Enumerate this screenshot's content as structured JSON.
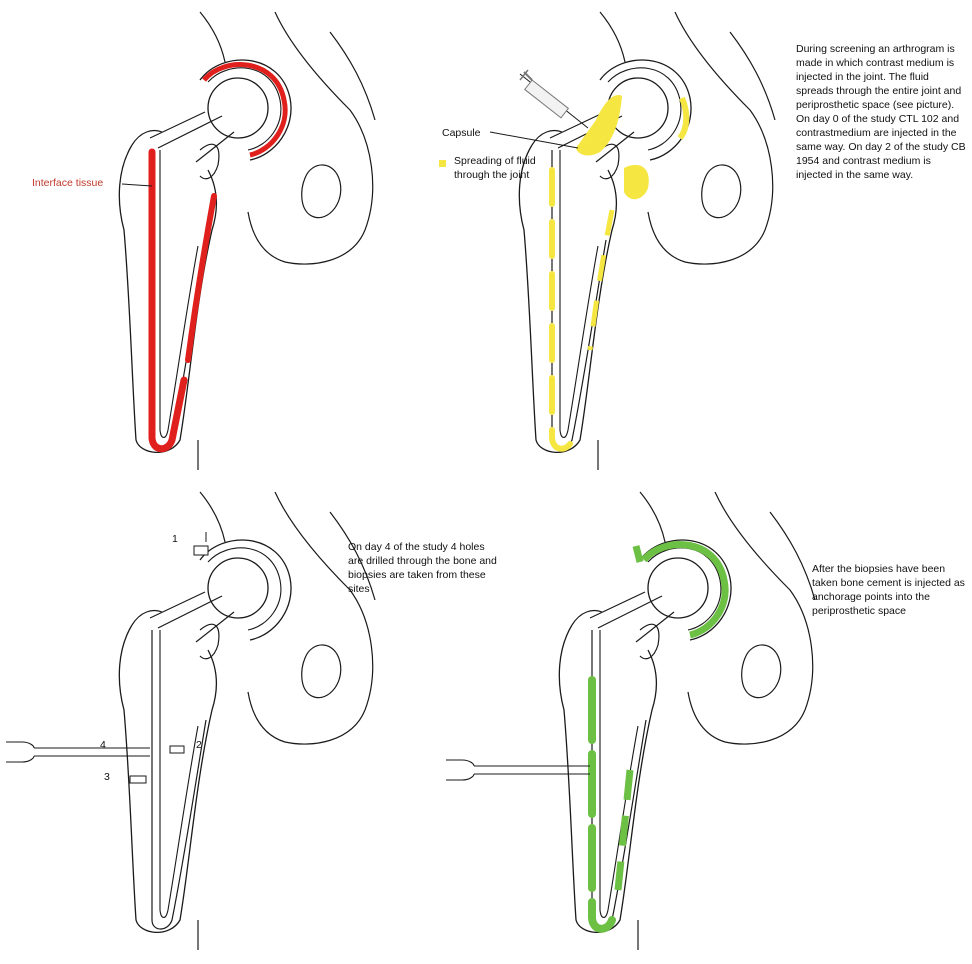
{
  "colors": {
    "outline": "#1a1a1a",
    "interface_tissue": "#e0201c",
    "contrast_fluid": "#f5e642",
    "bone_cement": "#6cc044",
    "label_red": "#c0392b"
  },
  "panel_1": {
    "label_interface": "Interface tissue"
  },
  "panel_2": {
    "label_capsule": "Capsule",
    "legend_text": "Spreading of fluid through the joint",
    "description": "During screening an arthrogram is made in which contrast medium is injected in the joint. The fluid spreads through the entire joint and periprosthetic space (see picture). On day 0 of the study CTL 102 and contrastmedium are injected in the same way. On day 2 of the study CB 1954 and contrast medium is injected in the same way."
  },
  "panel_3": {
    "description": "On day 4 of the study 4 holes are drilled through the bone and biopsies are taken from these sites",
    "site_labels": [
      "1",
      "2",
      "3",
      "4"
    ]
  },
  "panel_4": {
    "description": "After the biopsies have been taken bone cement is injected as anchorage points into the periprosthetic space"
  }
}
